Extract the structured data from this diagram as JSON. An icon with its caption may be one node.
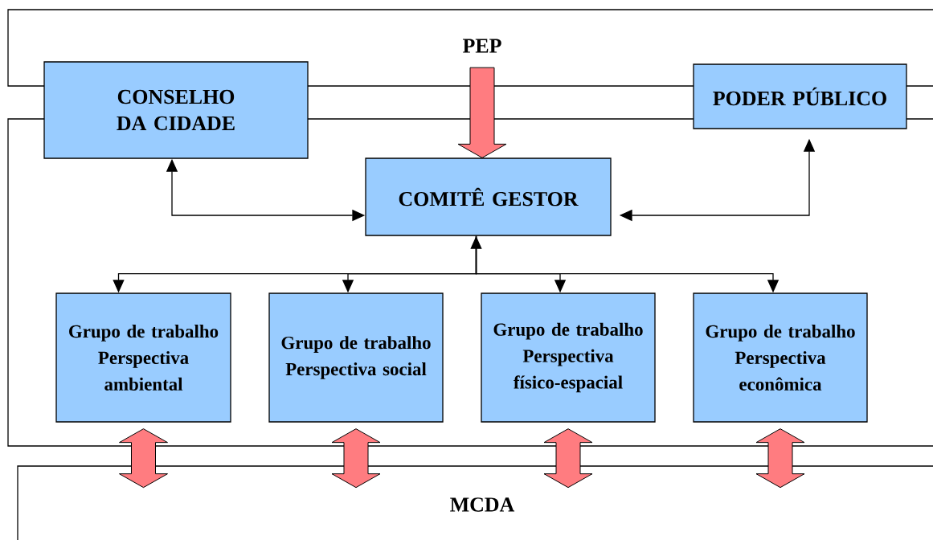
{
  "diagram": {
    "nodes": [
      {
        "text": [
          "PEP"
        ]
      },
      {
        "text": [
          "CONSELHO DA CIDADE"
        ]
      },
      {
        "text": [
          "PODER PÚBLICO"
        ]
      },
      {
        "text": [
          "COMITÊ GESTOR"
        ]
      },
      {
        "text": [
          "Grupo de trabalho Perspectiva ambiental"
        ]
      },
      {
        "text": [
          "Grupo de trabalho Perspectiva social"
        ]
      },
      {
        "text": [
          "Grupo de trabalho Perspectiva físico-espacial"
        ]
      },
      {
        "text": [
          "Grupo de trabalho Perspectiva econômica"
        ]
      },
      {
        "text": [
          "MCDA"
        ]
      }
    ],
    "edges": [
      {
        "from": 0,
        "to": 3,
        "arrow": "to",
        "style": "thick",
        "color": "#ff7c80"
      },
      {
        "from": 1,
        "to": 3,
        "arrow": "both"
      },
      {
        "from": 3,
        "to": 2,
        "arrow": "both"
      },
      {
        "from": 3,
        "to": 4,
        "arrow": "both"
      },
      {
        "from": 3,
        "to": 5,
        "arrow": "both"
      },
      {
        "from": 3,
        "to": 6,
        "arrow": "both"
      },
      {
        "from": 3,
        "to": 7,
        "arrow": "both"
      },
      {
        "from": 4,
        "to": 8,
        "arrow": "both",
        "style": "thick",
        "color": "#ff7c80"
      },
      {
        "from": 5,
        "to": 8,
        "arrow": "both",
        "style": "thick",
        "color": "#ff7c80"
      },
      {
        "from": 6,
        "to": 8,
        "arrow": "both",
        "style": "thick",
        "color": "#ff7c80"
      },
      {
        "from": 7,
        "to": 8,
        "arrow": "both",
        "style": "thick",
        "color": "#ff7c80"
      }
    ]
  }
}
